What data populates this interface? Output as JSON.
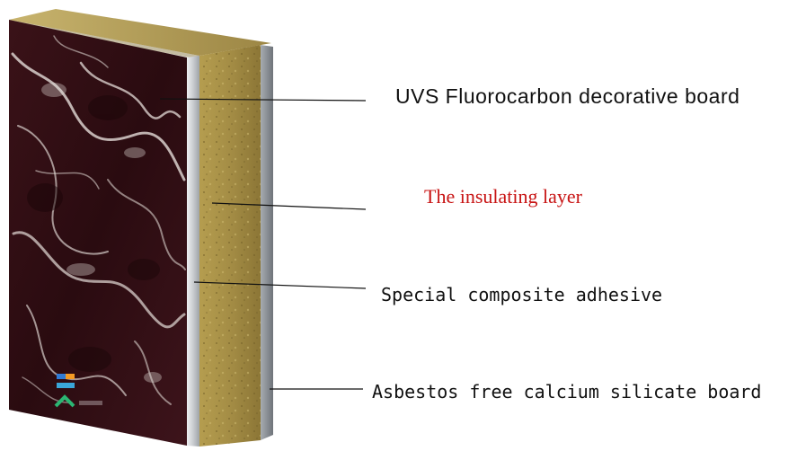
{
  "labels": [
    {
      "text": "UVS Fluorocarbon decorative board",
      "color": "#111111"
    },
    {
      "text": "The insulating layer",
      "color": "#c81414"
    },
    {
      "text": "Special composite adhesive",
      "color": "#111111"
    },
    {
      "text": "Asbestos free calcium silicate board",
      "color": "#111111"
    }
  ],
  "colors": {
    "marble": "#2e0d12",
    "marble_vein": "#d9d0cc",
    "insulation": "#a48d45",
    "adhesive": "#c9ccd0",
    "backing": "#8b9096"
  },
  "icons": [
    "company-logo-icon"
  ]
}
